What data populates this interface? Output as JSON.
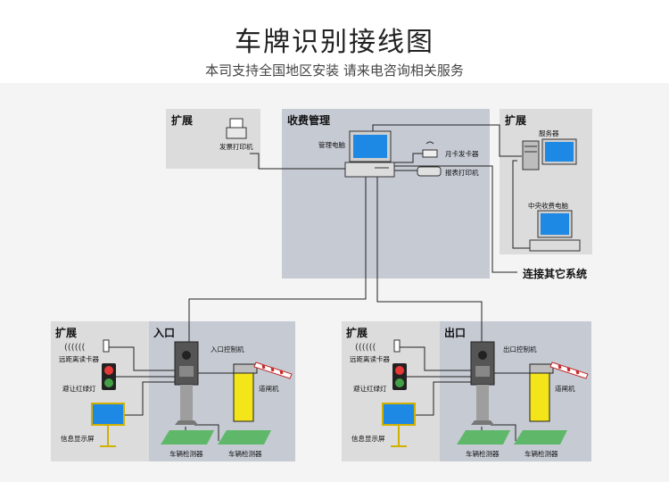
{
  "header": {
    "title": "车牌识别接线图",
    "subtitle": "本司支持全国地区安装 请来电咨询相关服务"
  },
  "top": {
    "left_ext": {
      "label": "扩展",
      "printer": "发票打印机"
    },
    "center": {
      "label": "收费管理",
      "pc": "管理电脑",
      "card_issuer": "月卡发卡器",
      "report_printer": "报表打印机"
    },
    "right_ext": {
      "label": "扩展",
      "server": "服务器",
      "central_pc": "中央收费电脑"
    },
    "other_systems": "连接其它系统"
  },
  "entrance": {
    "ext_label": "扩展",
    "reader": "远距离读卡器",
    "traffic_light": "避让红绿灯",
    "display": "信息显示屏",
    "panel_label": "入口",
    "controller": "入口控制机",
    "barrier": "道闸机",
    "detector_left": "车辆检测器",
    "detector_right": "车辆检测器"
  },
  "exit": {
    "ext_label": "扩展",
    "reader": "远距离读卡器",
    "traffic_light": "避让红绿灯",
    "display": "信息显示屏",
    "panel_label": "出口",
    "controller": "出口控制机",
    "barrier": "道闸机",
    "detector_left": "车辆检测器",
    "detector_right": "车辆检测器"
  },
  "colors": {
    "panel_gray": "#dcdcdc",
    "panel_blue": "#c5cad3",
    "monitor_screen": "#1e88e5",
    "barrier_yellow": "#f4e41a",
    "loop_green": "#5fb86a",
    "light_red": "#e53935",
    "light_green": "#43a047"
  }
}
